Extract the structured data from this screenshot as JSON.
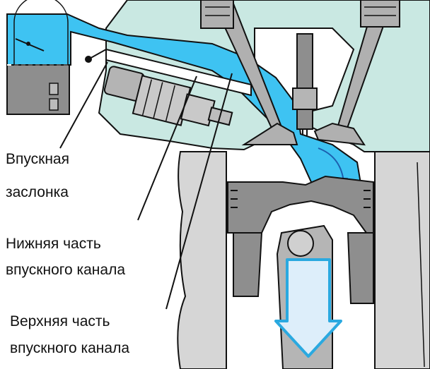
{
  "labels": {
    "intake_flap_line1": "Впускная",
    "intake_flap_line2": "заслонка",
    "lower_port_line1": "Нижняя часть",
    "lower_port_line2": "впускного канала",
    "upper_port_line1": "Верхняя часть",
    "upper_port_line2": "впускного канала"
  },
  "colors": {
    "head_casting": "#c9e8e2",
    "outline": "#111111",
    "intake_flow": "#3ec3f2",
    "cylinder_wall": "#d6d6d6",
    "piston": "#8e8e8e",
    "piston_light": "#b5b5b5",
    "injector": "#b4b4b4",
    "arrow_fill": "#ddeefa",
    "arrow_stroke": "#2aa9e0"
  },
  "icons": {
    "injector": "fuel-injector-icon",
    "spark_plug": "spark-plug-icon",
    "motion_arrow": "down-arrow-icon"
  }
}
